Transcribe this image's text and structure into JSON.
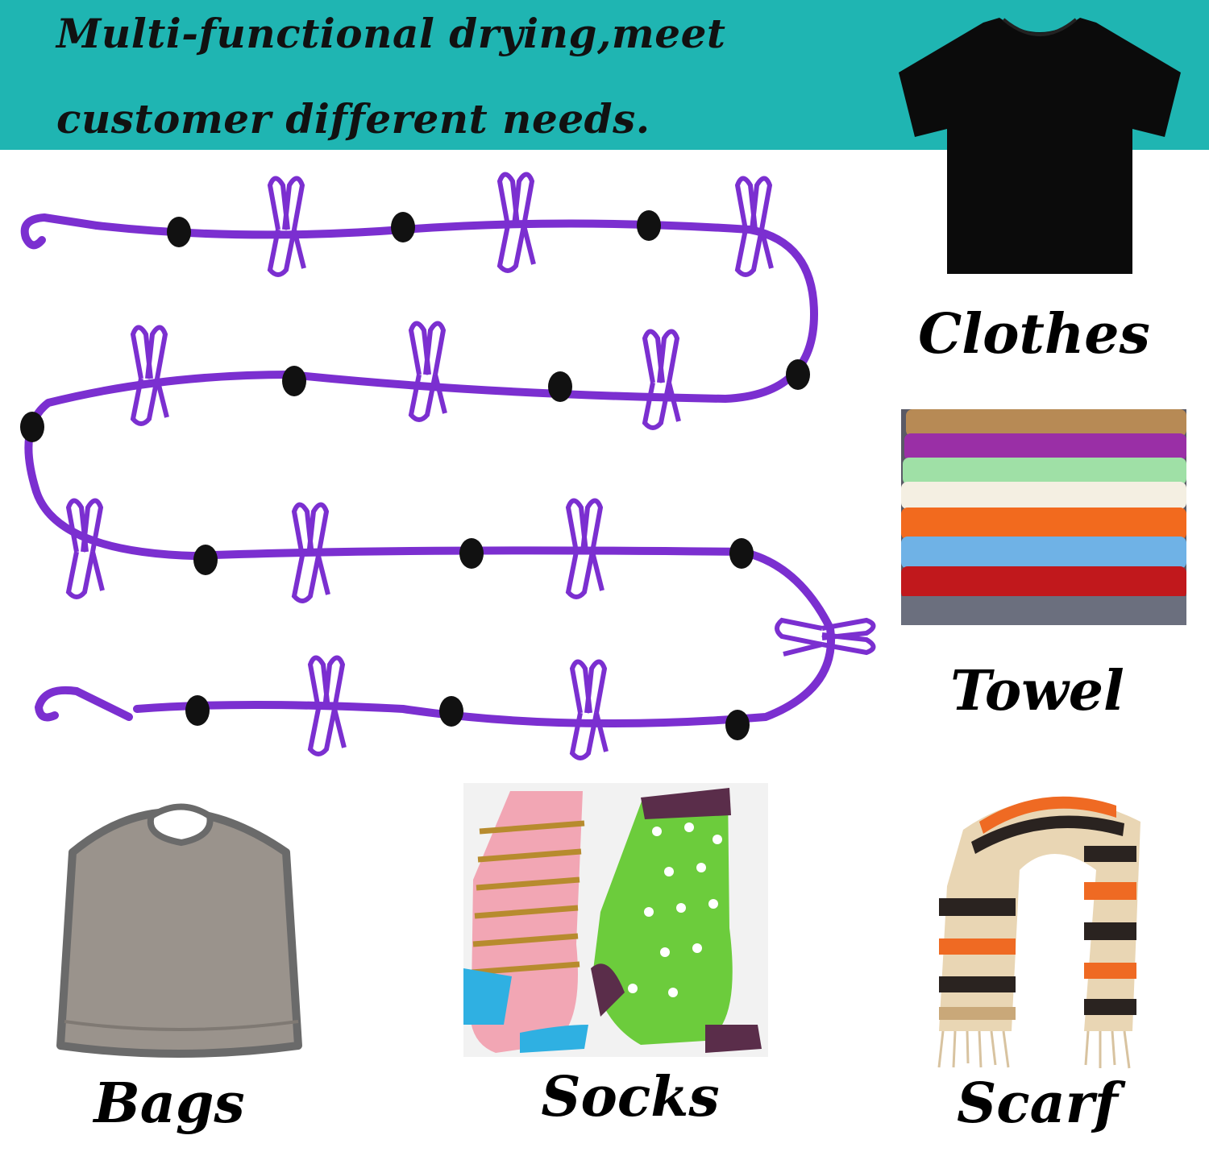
{
  "headline": {
    "line1": "Multi-functional drying,meet",
    "line2": "customer different needs."
  },
  "items": {
    "clothes": "Clothes",
    "towel": "Towel",
    "bags": "Bags",
    "socks": "Socks",
    "scarf": "Scarf"
  },
  "colors": {
    "banner": "#1fb5b2",
    "line": "#7b2fd0",
    "bead": "#111111"
  }
}
